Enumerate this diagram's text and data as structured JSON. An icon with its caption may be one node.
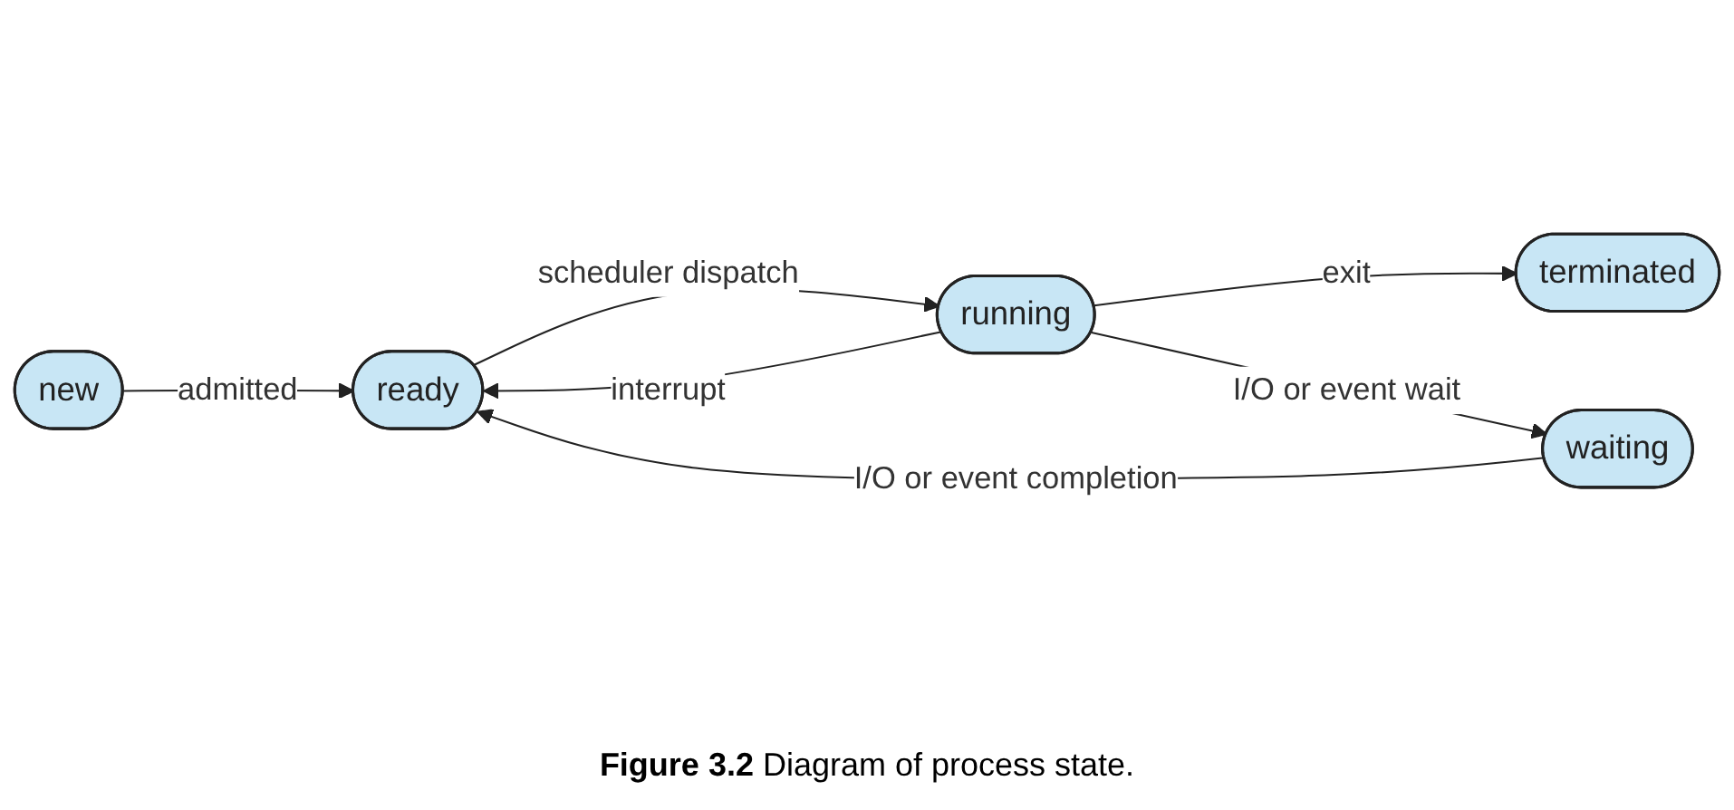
{
  "diagram": {
    "caption": "**Figure 3.2** Diagram of process state.",
    "nodes": [
      {
        "text": [
          "new"
        ]
      },
      {
        "text": [
          "terminated"
        ]
      },
      {
        "text": [
          "ready"
        ]
      },
      {
        "text": [
          "running"
        ]
      },
      {
        "text": [
          "waiting"
        ]
      }
    ],
    "edges": [
      {
        "from": 0,
        "to": 2,
        "arrow": "to",
        "label": "admitted"
      },
      {
        "from": 3,
        "to": 2,
        "arrow": "to",
        "label": "interrupt"
      },
      {
        "from": 3,
        "to": 1,
        "arrow": "to",
        "label": "exit"
      },
      {
        "from": 2,
        "to": 3,
        "arrow": "to",
        "label": "scheduler dispatch"
      },
      {
        "from": 3,
        "to": 4,
        "arrow": "to",
        "label": "I/O or event wait"
      },
      {
        "from": 4,
        "to": 2,
        "arrow": "to",
        "label": "I/O or event completion"
      }
    ]
  }
}
